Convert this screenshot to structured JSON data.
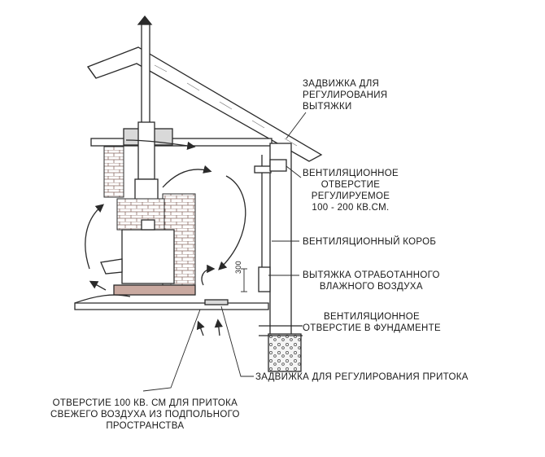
{
  "labels": {
    "damper_exhaust": [
      "ЗАДВИЖКА ДЛЯ",
      "РЕГУЛИРОВАНИЯ",
      "ВЫТЯЖКИ"
    ],
    "vent_opening": [
      "ВЕНТИЛЯЦИОННОЕ",
      "ОТВЕРСТИЕ",
      "РЕГУЛИРУЕМОЕ",
      "100 - 200 КВ.СМ."
    ],
    "vent_duct": "ВЕНТИЛЯЦИОННЫЙ КОРОБ",
    "exhaust_air": [
      "ВЫТЯЖКА ОТРАБОТАННОГО",
      "ВЛАЖНОГО ВОЗДУХА"
    ],
    "foundation_opening": [
      "ВЕНТИЛЯЦИОННОЕ",
      "ОТВЕРСТИЕ В ФУНДАМЕНТЕ"
    ],
    "damper_inflow": "ЗАДВИЖКА ДЛЯ РЕГУЛИРОВАНИЯ ПРИТОКА",
    "fresh_air_inlet": [
      "ОТВЕРСТИЕ 100 КВ. СМ ДЛЯ ПРИТОКА",
      "СВЕЖЕГО ВОЗДУХА ИЗ ПОДПОЛЬНОГО",
      "ПРОСТРАНСТВА"
    ],
    "dimension": "300"
  },
  "colors": {
    "line": "#2a2a2a",
    "fill_light": "#d9d9d9",
    "brick": "#c9a9a0",
    "roof_hatch": "#555555"
  }
}
